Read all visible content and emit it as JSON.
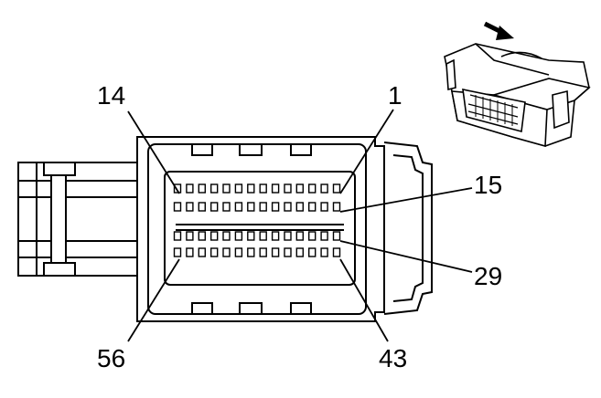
{
  "diagram": {
    "pin_labels": {
      "top_left": "14",
      "top_right": "1",
      "right_upper": "15",
      "right_lower": "29",
      "bottom_left": "56",
      "bottom_right": "43"
    },
    "pin_grid": {
      "columns": 14,
      "rows": 4
    },
    "colors": {
      "stroke": "#000000",
      "background": "#ffffff"
    },
    "icons": {
      "insertion_direction": "arrow-icon",
      "connector_3d_view": "connector-perspective-icon"
    }
  }
}
